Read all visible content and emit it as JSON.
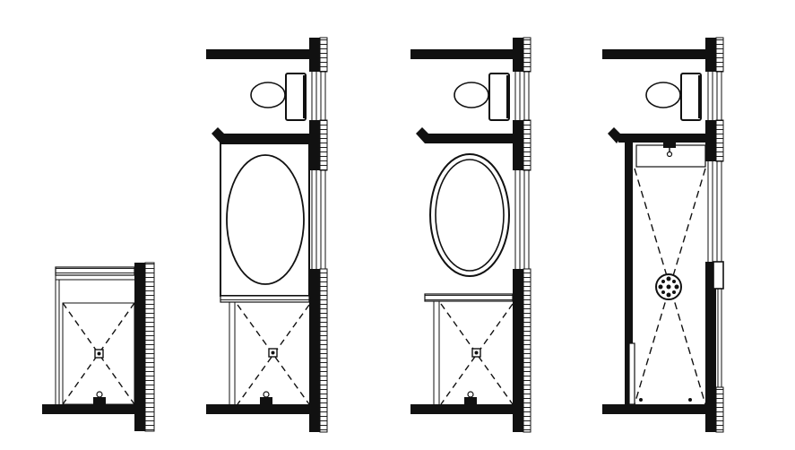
{
  "diagram": {
    "kind": "bathroom floor plan options",
    "plans": [
      {
        "id": "plan-1",
        "fixtures": [
          "shower",
          "shower-drain",
          "shower-valve"
        ]
      },
      {
        "id": "plan-2",
        "fixtures": [
          "toilet",
          "oval-tub",
          "shower",
          "shower-drain",
          "shower-valve"
        ]
      },
      {
        "id": "plan-3",
        "fixtures": [
          "toilet",
          "oval-tub",
          "shower",
          "shower-drain",
          "shower-valve"
        ]
      },
      {
        "id": "plan-4",
        "fixtures": [
          "toilet",
          "walk-in-shower",
          "multi-jet-drain",
          "shower-valve",
          "glass-door"
        ]
      }
    ]
  }
}
